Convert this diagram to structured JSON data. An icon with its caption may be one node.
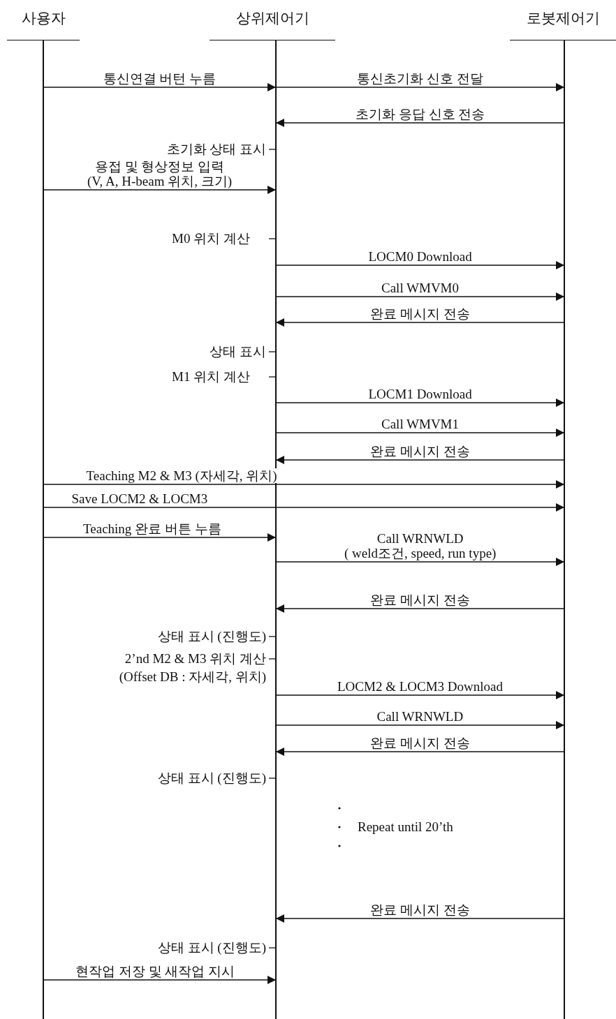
{
  "diagram": {
    "nodes": [
      {
        "text": [
          "사용자"
        ]
      },
      {
        "text": [
          "상위제어기"
        ]
      },
      {
        "text": [
          "로봇제어기"
        ]
      }
    ],
    "edges": [
      {
        "from": 0,
        "to": 1,
        "arrow": "to",
        "label": "통신연결 버턴 누름"
      },
      {
        "from": 1,
        "to": 2,
        "arrow": "to",
        "label": "통신초기화 신호 전달"
      },
      {
        "from": 2,
        "to": 1,
        "arrow": "to",
        "label": "초기화 응답 신호 전송"
      },
      {
        "from": 0,
        "to": 1,
        "arrow": "to",
        "label": "용접 및 형상정보 입력 (V, A, H-beam 위치, 크기)"
      },
      {
        "from": 1,
        "to": 2,
        "arrow": "to",
        "label": "LOCM0 Download"
      },
      {
        "from": 1,
        "to": 2,
        "arrow": "to",
        "label": "Call WMVM0"
      },
      {
        "from": 2,
        "to": 1,
        "arrow": "to",
        "label": "완료 메시지 전송"
      },
      {
        "from": 1,
        "to": 2,
        "arrow": "to",
        "label": "LOCM1 Download"
      },
      {
        "from": 1,
        "to": 2,
        "arrow": "to",
        "label": "Call WMVM1"
      },
      {
        "from": 2,
        "to": 1,
        "arrow": "to",
        "label": "완료 메시지 전송"
      },
      {
        "from": 0,
        "to": 2,
        "arrow": "to",
        "label": "Teaching M2 & M3 (자세각, 위치)"
      },
      {
        "from": 0,
        "to": 2,
        "arrow": "to",
        "label": "Save LOCM2 & LOCM3"
      },
      {
        "from": 0,
        "to": 1,
        "arrow": "to",
        "label": "Teaching 완료 버튼 누름"
      },
      {
        "from": 1,
        "to": 2,
        "arrow": "to",
        "label": "Call WRNWLD ( weld조건, speed, run type)"
      },
      {
        "from": 2,
        "to": 1,
        "arrow": "to",
        "label": "완료 메시지 전송"
      },
      {
        "from": 1,
        "to": 2,
        "arrow": "to",
        "label": "LOCM2 & LOCM3 Download"
      },
      {
        "from": 1,
        "to": 2,
        "arrow": "to",
        "label": "Call WRNWLD"
      },
      {
        "from": 2,
        "to": 1,
        "arrow": "to",
        "label": "완료 메시지 전송"
      },
      {
        "from": 2,
        "to": 1,
        "arrow": "to",
        "label": "완료 메시지 전송"
      },
      {
        "from": 0,
        "to": 1,
        "arrow": "to",
        "label": "현작업 저장 및 새작업 지시"
      }
    ],
    "labels": [
      "초기화 상태 표시",
      "M0 위치 계산",
      "상태 표시",
      "M1 위치 계산",
      "상태 표시 (진행도)",
      "2’nd M2 & M3 위치 계산 (Offset DB : 자세각, 위치)",
      "상태 표시 (진행도)",
      "Repeat until 20’th",
      "상태 표시 (진행도)"
    ]
  }
}
